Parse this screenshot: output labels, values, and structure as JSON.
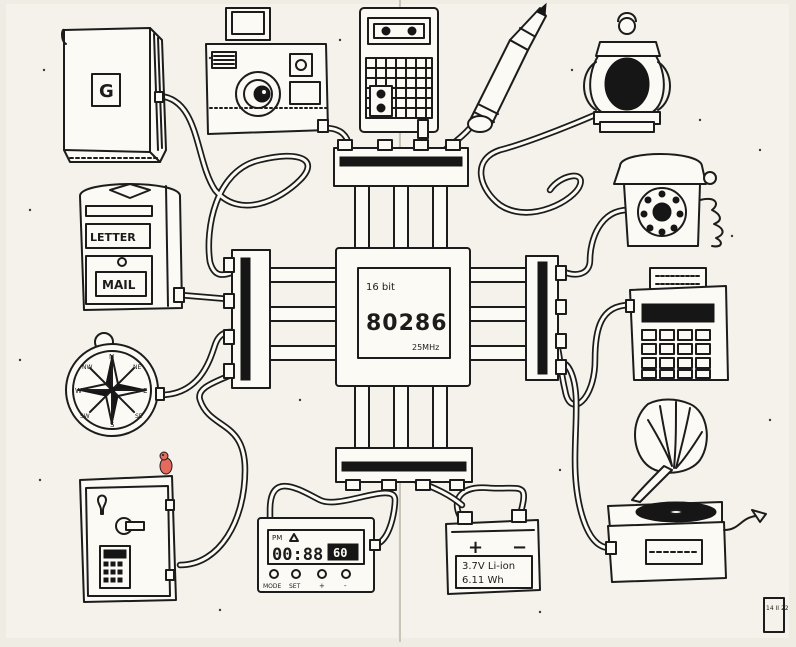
{
  "chip": {
    "bits": "16 bit",
    "model": "80286",
    "clock": "25MHz"
  },
  "book": {
    "letter": "G"
  },
  "mailbox": {
    "line1": "LETTER",
    "line2": "MAIL"
  },
  "compass": {
    "n": "N",
    "ne": "NE",
    "e": "E",
    "se": "SE",
    "s": "S",
    "sw": "SW",
    "w": "W",
    "nw": "NW"
  },
  "alarm_clock": {
    "pm": "PM",
    "time": "00:88",
    "seconds": "60",
    "buttons": [
      "MODE",
      "SET",
      "+",
      "-"
    ]
  },
  "battery": {
    "plus": "+",
    "minus": "−",
    "spec1": "3.7V Li-ion",
    "spec2": "6.11 Wh"
  },
  "signature": {
    "date": "14 II 22"
  },
  "colors": {
    "paper": "#efece4",
    "ink": "#1c1c1c",
    "accent_bird": "#e46a5e"
  }
}
